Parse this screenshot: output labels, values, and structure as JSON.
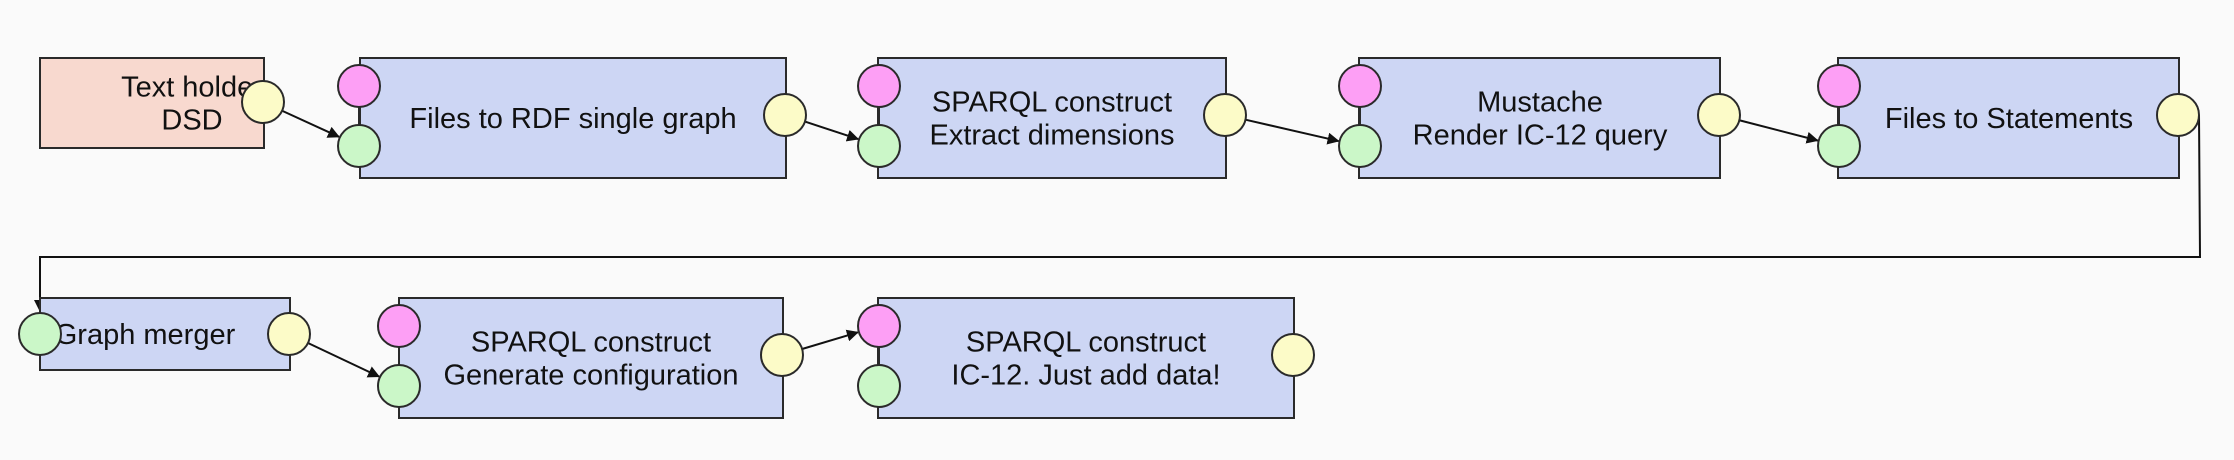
{
  "colors": {
    "source_node": "#f8d9cf",
    "process_node": "#cdd6f4",
    "border": "#2a2a2a",
    "port_output": "#fcfbc8",
    "port_input": "#cbf7c8",
    "port_config": "#fd9ff5",
    "background": "#fafafa"
  },
  "nodes": [
    {
      "id": "n1",
      "kind": "source",
      "lines": [
        "Text holder",
        "DSD"
      ],
      "ports": [
        "output"
      ]
    },
    {
      "id": "n2",
      "kind": "process",
      "lines": [
        "Files to RDF single graph"
      ],
      "ports": [
        "config",
        "input",
        "output"
      ]
    },
    {
      "id": "n3",
      "kind": "process",
      "lines": [
        "SPARQL construct",
        "Extract dimensions"
      ],
      "ports": [
        "config",
        "input",
        "output"
      ]
    },
    {
      "id": "n4",
      "kind": "process",
      "lines": [
        "Mustache",
        "Render IC-12 query"
      ],
      "ports": [
        "config",
        "input",
        "output"
      ]
    },
    {
      "id": "n5",
      "kind": "process",
      "lines": [
        "Files to Statements"
      ],
      "ports": [
        "config",
        "input",
        "output"
      ]
    },
    {
      "id": "n6",
      "kind": "process",
      "lines": [
        "Graph merger"
      ],
      "ports": [
        "input",
        "output"
      ]
    },
    {
      "id": "n7",
      "kind": "process",
      "lines": [
        "SPARQL construct",
        "Generate configuration"
      ],
      "ports": [
        "config",
        "input",
        "output"
      ]
    },
    {
      "id": "n8",
      "kind": "process",
      "lines": [
        "SPARQL construct",
        "IC-12. Just add data!"
      ],
      "ports": [
        "config",
        "input",
        "output"
      ]
    }
  ],
  "edges": [
    {
      "from": "n1",
      "to": "n2",
      "to_port": "input"
    },
    {
      "from": "n2",
      "to": "n3",
      "to_port": "input"
    },
    {
      "from": "n3",
      "to": "n4",
      "to_port": "input"
    },
    {
      "from": "n4",
      "to": "n5",
      "to_port": "input"
    },
    {
      "from": "n5",
      "to": "n6",
      "to_port": "input"
    },
    {
      "from": "n6",
      "to": "n7",
      "to_port": "input"
    },
    {
      "from": "n7",
      "to": "n8",
      "to_port": "config"
    }
  ]
}
